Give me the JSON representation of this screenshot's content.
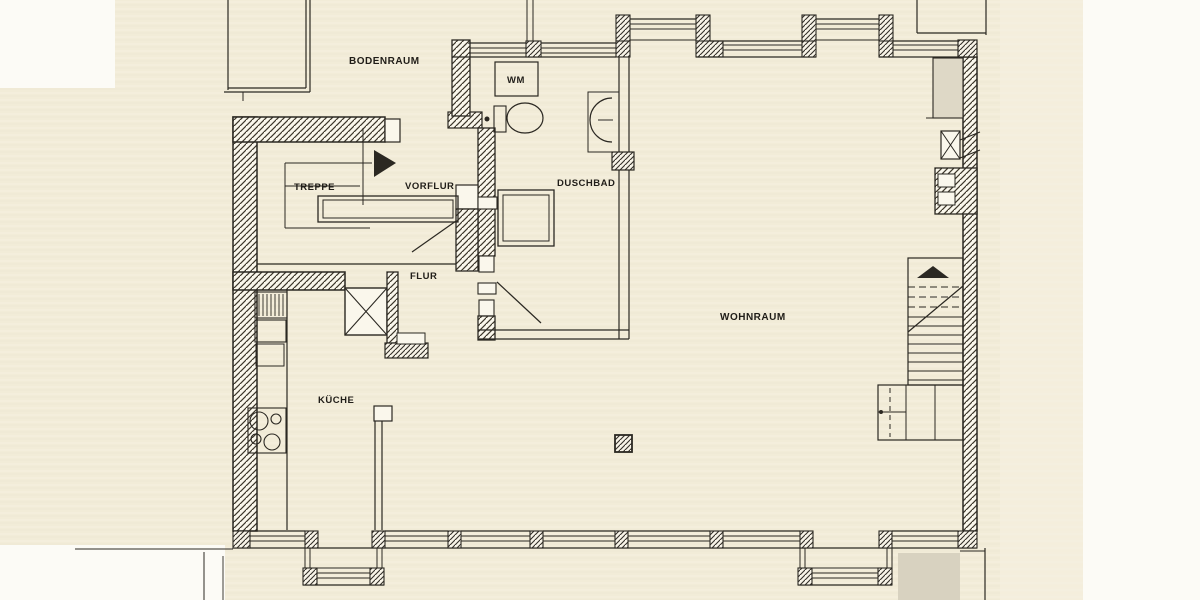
{
  "document": {
    "type": "hand-drawn architectural floor plan (scanned)",
    "language": "German"
  },
  "labels": {
    "bodenraum": "BODENRAUM",
    "wm": "WM",
    "duschbad": "DUSCHBAD",
    "treppe": "TREPPE",
    "vorflur": "VORFLUR",
    "flur": "FLUR",
    "kueche": "KÜCHE",
    "wohnraum": "WOHNRAUM"
  },
  "fixtures": [
    "washing-machine",
    "toilet",
    "washbasin",
    "shower-tray",
    "kitchen-sink",
    "dish-drainer",
    "stove-4-burners",
    "stairs-up-arrow",
    "under-stair-closet",
    "chimney-flue",
    "free-standing-column",
    "window-posts",
    "door-swings"
  ],
  "colors": {
    "paper": "#f2ecd8",
    "paper_light": "#f6f1e2",
    "margin_white": "#fcfbf6",
    "ink": "#2b2822",
    "wall_fill": "#faf7ec",
    "shaft_gray": "#ded8c6",
    "shadow_wash": "#d8d2c0"
  }
}
